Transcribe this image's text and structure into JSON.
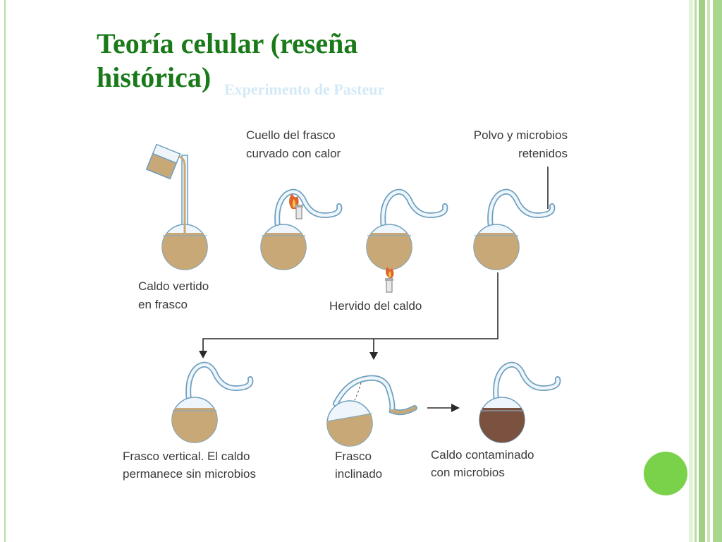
{
  "slide": {
    "title": "Teoría celular (reseña histórica)",
    "subtitle": "Experimento de Pasteur"
  },
  "colors": {
    "title": "#1a7a1a",
    "accent_dot": "#7ad14a",
    "broth": "#c9a878",
    "broth_contaminated": "#7b5140",
    "glass": "#6e9fbf"
  },
  "labels": {
    "step1": [
      "Caldo vertido",
      "en frasco"
    ],
    "step2": [
      "Cuello del frasco",
      "curvado con calor"
    ],
    "step3": [
      "Hervido del caldo"
    ],
    "step4": [
      "Polvo y microbios",
      "retenidos"
    ],
    "step5": [
      "Frasco vertical. El caldo",
      "permanece sin microbios"
    ],
    "step6": [
      "Frasco",
      "inclinado"
    ],
    "step7": [
      "Caldo contaminado",
      "con microbios"
    ]
  }
}
